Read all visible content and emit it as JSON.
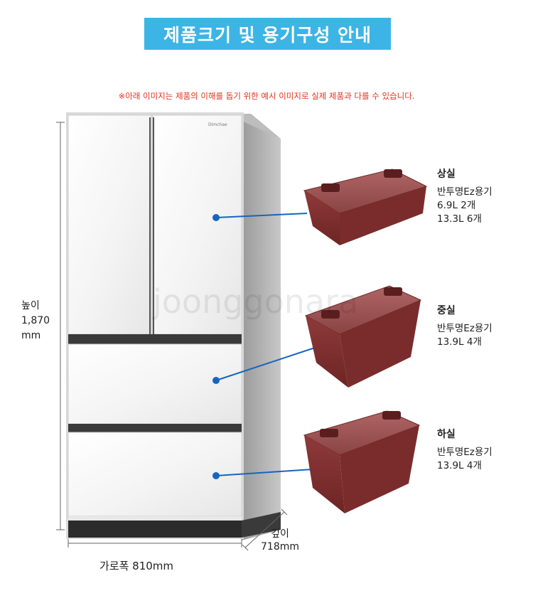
{
  "title": "제품크기 및 용기구성 안내",
  "notice": "※아래 이미지는 제품의 이해를 돕기 위한 예시 이미지로 실제 제품과 다를 수 있습니다.",
  "brand_logo_text": "Dimchae",
  "watermark": "joonggonara",
  "dimensions": {
    "height_label": "높이",
    "height_value": "1,870",
    "height_unit": "mm",
    "width_text": "가로폭 810mm",
    "depth_label": "깊이",
    "depth_value": "718mm"
  },
  "containers": [
    {
      "name": "상실",
      "lines": [
        "반투명Ez용기",
        "6.9L 2개",
        "13.3L 6개"
      ]
    },
    {
      "name": "중실",
      "lines": [
        "반투명Ez용기",
        "13.9L 4개"
      ]
    },
    {
      "name": "하실",
      "lines": [
        "반투명Ez용기",
        "13.9L 4개"
      ]
    }
  ],
  "colors": {
    "banner": "#3cb4e6",
    "notice": "#e0321e",
    "pointer": "#1565c0",
    "container_body": "#8a3838"
  }
}
